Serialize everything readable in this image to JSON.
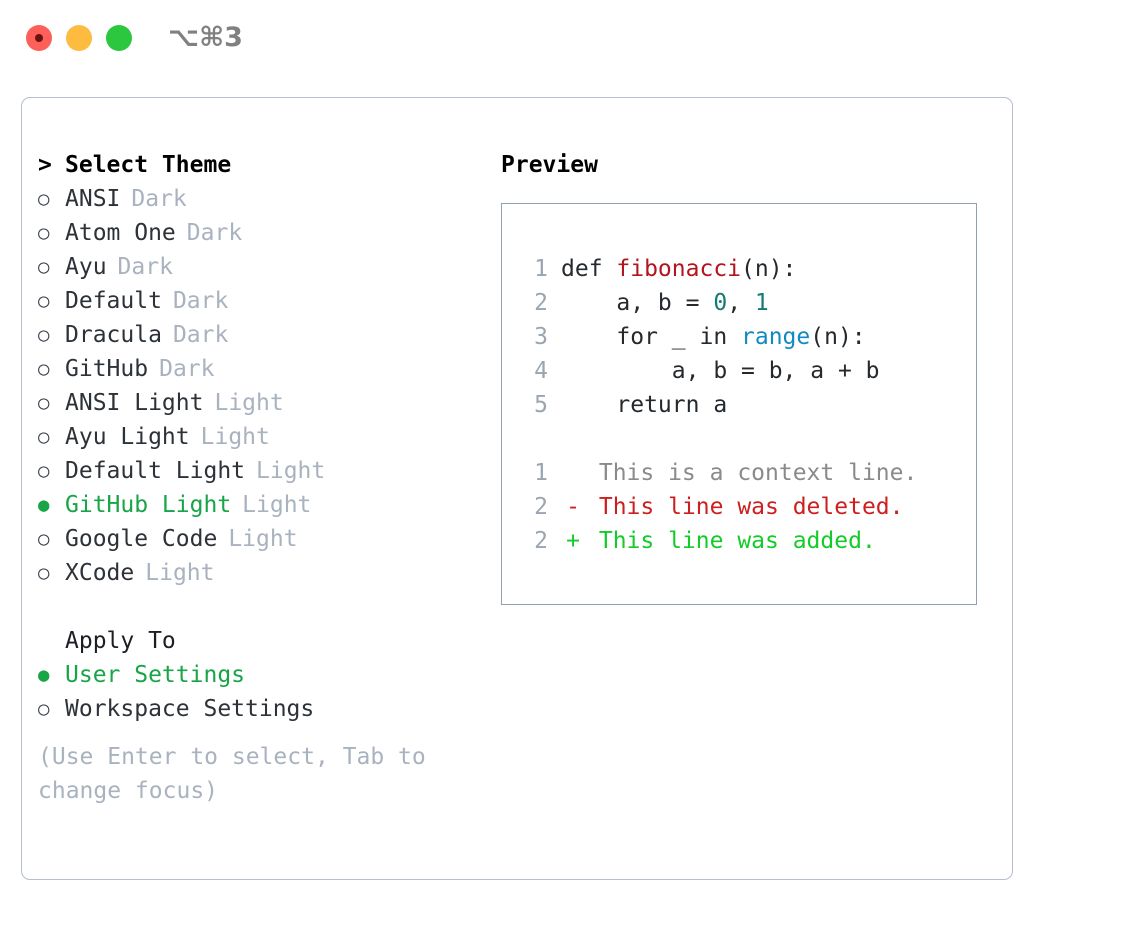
{
  "titlebar": {
    "shortcut": "⌥⌘3",
    "buttons": {
      "close": "close",
      "minimize": "minimize",
      "maximize": "maximize"
    }
  },
  "theme_list": {
    "header_marker": ">",
    "header": "Select Theme",
    "items": [
      {
        "marker": "○",
        "name": "ANSI",
        "variant": "Dark",
        "selected": false
      },
      {
        "marker": "○",
        "name": "Atom One",
        "variant": "Dark",
        "selected": false
      },
      {
        "marker": "○",
        "name": "Ayu",
        "variant": "Dark",
        "selected": false
      },
      {
        "marker": "○",
        "name": "Default",
        "variant": "Dark",
        "selected": false
      },
      {
        "marker": "○",
        "name": "Dracula",
        "variant": "Dark",
        "selected": false
      },
      {
        "marker": "○",
        "name": "GitHub",
        "variant": "Dark",
        "selected": false
      },
      {
        "marker": "○",
        "name": "ANSI Light",
        "variant": "Light",
        "selected": false
      },
      {
        "marker": "○",
        "name": "Ayu Light",
        "variant": "Light",
        "selected": false
      },
      {
        "marker": "○",
        "name": "Default Light",
        "variant": "Light",
        "selected": false
      },
      {
        "marker": "●",
        "name": "GitHub Light",
        "variant": "Light",
        "selected": true
      },
      {
        "marker": "○",
        "name": "Google Code",
        "variant": "Light",
        "selected": false
      },
      {
        "marker": "○",
        "name": "XCode",
        "variant": "Light",
        "selected": false
      }
    ]
  },
  "apply_to": {
    "header": "Apply To",
    "items": [
      {
        "marker": "●",
        "name": "User Settings",
        "selected": true
      },
      {
        "marker": "○",
        "name": "Workspace Settings",
        "selected": false
      }
    ]
  },
  "hint": "(Use Enter to select, Tab to change focus)",
  "preview": {
    "title": "Preview",
    "code_lines": [
      {
        "lineno": "1",
        "tokens": [
          {
            "text": "def ",
            "kind": "plain"
          },
          {
            "text": "fibonacci",
            "kind": "fn"
          },
          {
            "text": "(n):",
            "kind": "plain"
          }
        ]
      },
      {
        "lineno": "2",
        "tokens": [
          {
            "text": "    a, b = ",
            "kind": "plain"
          },
          {
            "text": "0",
            "kind": "num"
          },
          {
            "text": ", ",
            "kind": "plain"
          },
          {
            "text": "1",
            "kind": "num"
          }
        ]
      },
      {
        "lineno": "3",
        "tokens": [
          {
            "text": "    for _ in ",
            "kind": "plain"
          },
          {
            "text": "range",
            "kind": "call"
          },
          {
            "text": "(n):",
            "kind": "plain"
          }
        ]
      },
      {
        "lineno": "4",
        "tokens": [
          {
            "text": "        a, b = b, a + b",
            "kind": "plain"
          }
        ]
      },
      {
        "lineno": "5",
        "tokens": [
          {
            "text": "    return a",
            "kind": "plain"
          }
        ]
      }
    ],
    "diff_lines": [
      {
        "lineno": "1",
        "sign": " ",
        "text": "This is a context line.",
        "kind": "ctx"
      },
      {
        "lineno": "2",
        "sign": "-",
        "text": "This line was deleted.",
        "kind": "del"
      },
      {
        "lineno": "2",
        "sign": "+",
        "text": "This line was added.",
        "kind": "add"
      }
    ]
  },
  "colors": {
    "selection_green": "#18a548",
    "variant_gray": "#a9b2bf",
    "panel_border": "#b6bfcb",
    "preview_border": "#93a0b1",
    "fn_red": "#b3141e",
    "num_teal": "#137a74",
    "call_blue": "#1189c4",
    "diff_del_red": "#cc1f1f",
    "diff_add_green": "#14cc29"
  }
}
